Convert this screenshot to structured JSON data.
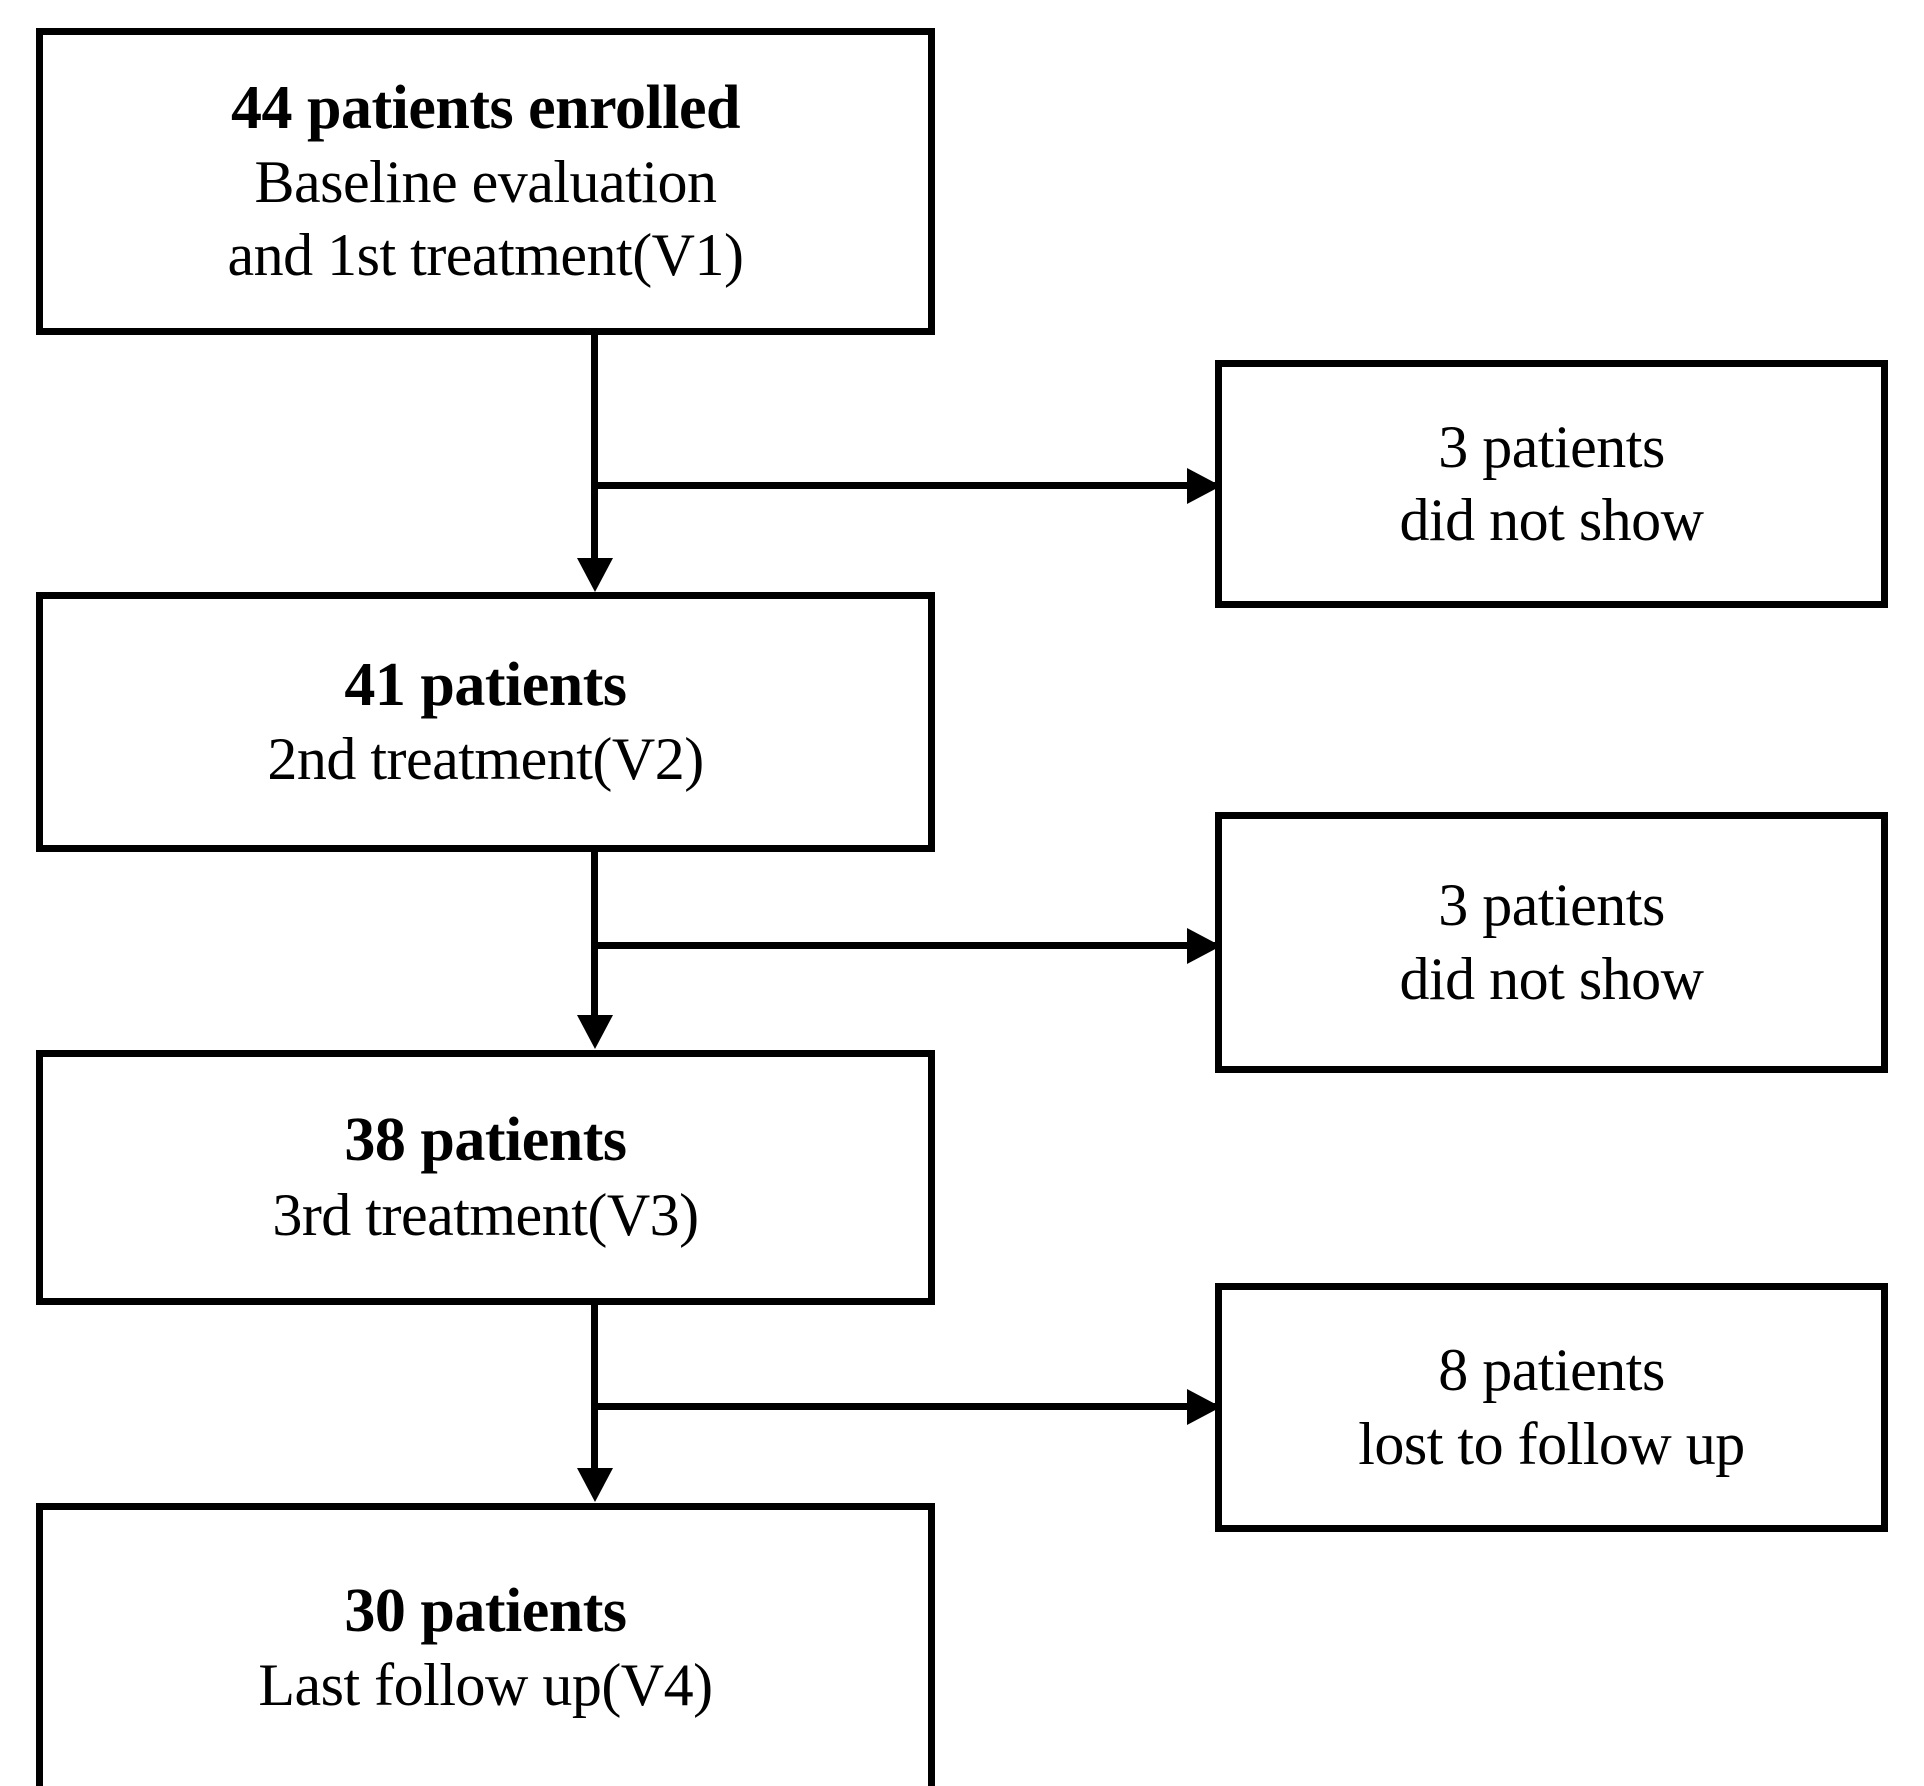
{
  "diagram": {
    "type": "patient-flow-chart",
    "orientation": "top-to-bottom",
    "stroke_color": "#000000",
    "background_color": "#ffffff",
    "flow_nodes": [
      {
        "id": "enrolled",
        "count": 44,
        "heading": "44 patients enrolled",
        "line2": "Baseline evaluation",
        "line3": "and 1st treatment(V1)",
        "visit": "V1"
      },
      {
        "id": "v2",
        "count": 41,
        "heading": "41 patients",
        "line2": "2nd treatment(V2)",
        "visit": "V2"
      },
      {
        "id": "v3",
        "count": 38,
        "heading": "38 patients",
        "line2": "3rd treatment(V3)",
        "visit": "V3"
      },
      {
        "id": "v4",
        "count": 30,
        "heading": "30 patients",
        "line2": "Last follow up(V4)",
        "visit": "V4"
      }
    ],
    "exclusion_nodes": [
      {
        "id": "excl-1",
        "count": 3,
        "line1": "3 patients",
        "line2": "did not show"
      },
      {
        "id": "excl-2",
        "count": 3,
        "line1": "3 patients",
        "line2": "did not show"
      },
      {
        "id": "excl-3",
        "count": 8,
        "line1": "8 patients",
        "line2": "lost to follow up"
      }
    ]
  }
}
